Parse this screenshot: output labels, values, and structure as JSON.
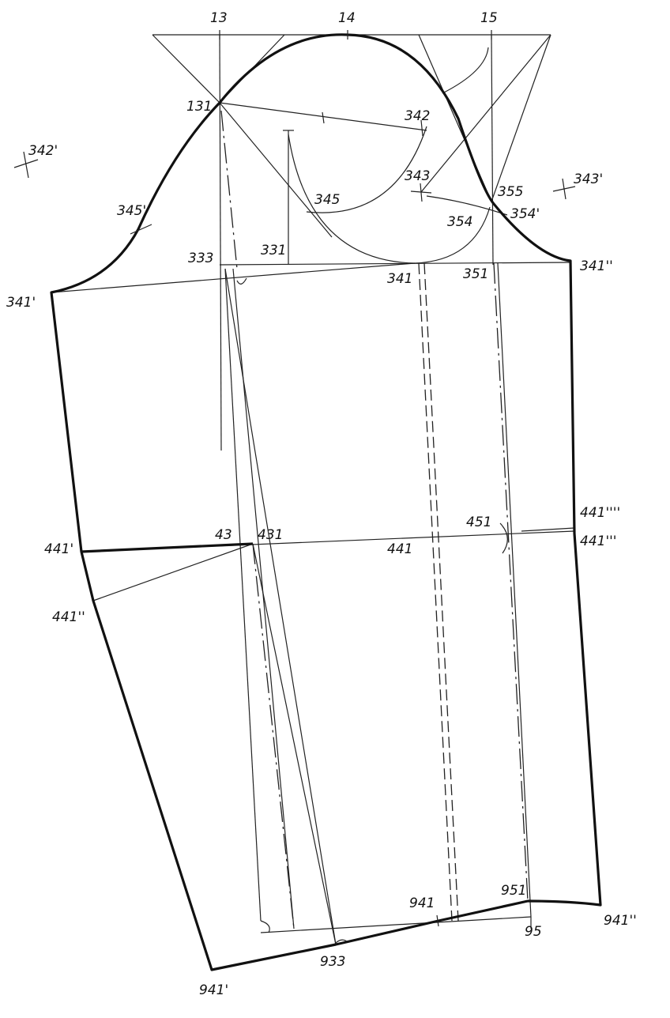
{
  "title": "Sleeve pattern construction drawing",
  "labels": {
    "p13": "13",
    "p14": "14",
    "p15": "15",
    "p131": "131",
    "p342": "342",
    "p342p": "342'",
    "p343": "343",
    "p343p": "343'",
    "p345": "345",
    "p345p": "345'",
    "p355": "355",
    "p354": "354",
    "p354p": "354'",
    "p333": "333",
    "p331": "331",
    "p341": "341",
    "p351": "351",
    "p341pp": "341''",
    "p341p": "341'",
    "p43": "43",
    "p431": "431",
    "p441": "441",
    "p451": "451",
    "p441pppp": "441''''",
    "p441ppp": "441'''",
    "p441p": "441'",
    "p441pp": "441''",
    "p941": "941",
    "p951": "951",
    "p941pp": "941''",
    "p95": "95",
    "p933": "933",
    "p941p": "941'"
  }
}
